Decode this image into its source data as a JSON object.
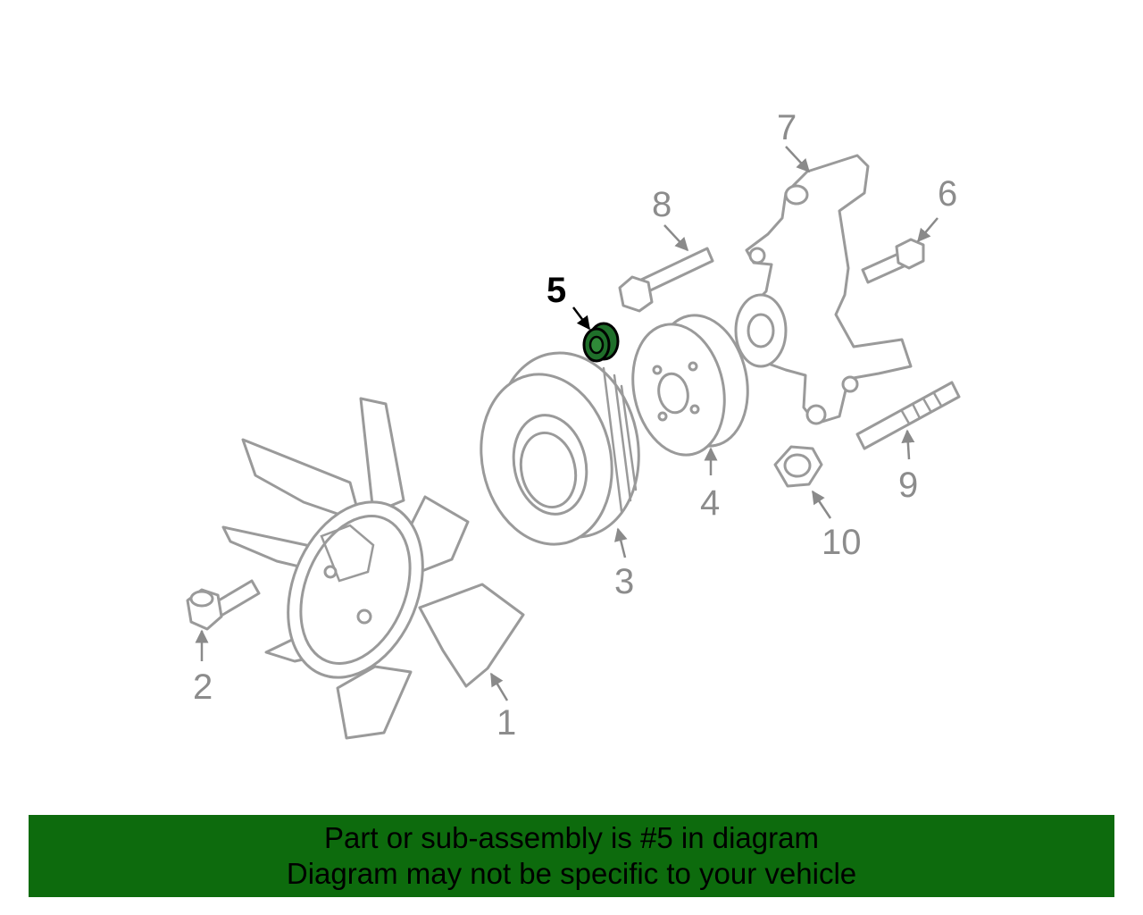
{
  "diagram": {
    "callouts": {
      "c1": "1",
      "c2": "2",
      "c3": "3",
      "c4": "4",
      "c5": "5",
      "c6": "6",
      "c7": "7",
      "c8": "8",
      "c9": "9",
      "c10": "10"
    },
    "highlighted_part": "5",
    "colors": {
      "line_art": "#9a9a9a",
      "highlight_fill": "#1f6f2a",
      "highlight_callout": "#000000",
      "banner_background": "#0d6b0d"
    }
  },
  "banner": {
    "line1": "Part or sub-assembly is #5 in diagram",
    "line2": "Diagram may not be specific to your vehicle"
  }
}
